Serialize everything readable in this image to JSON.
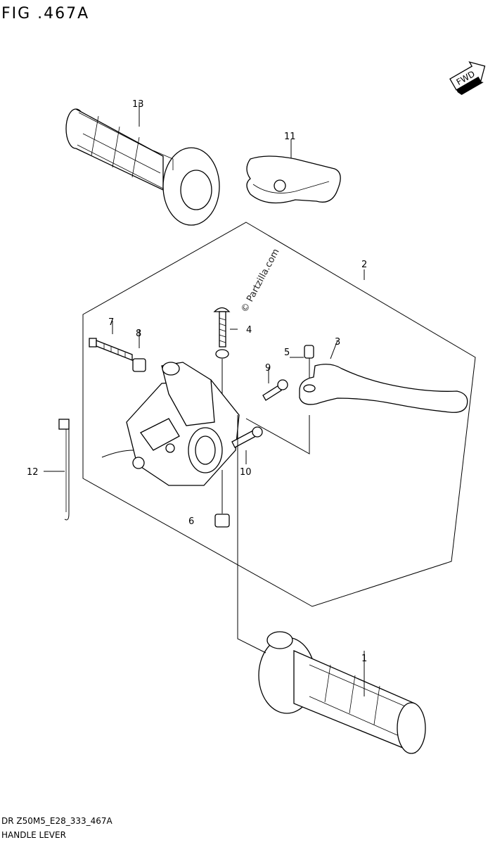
{
  "figure": {
    "title": "FIG .467A",
    "code": "DR Z50M5_E28_333_467A",
    "name": "HANDLE LEVER",
    "watermark": "© Partzilla.com",
    "fwd_label": "FWD"
  },
  "callouts": [
    "1",
    "2",
    "3",
    "4",
    "5",
    "6",
    "7",
    "8",
    "9",
    "10",
    "11",
    "12",
    "13"
  ]
}
